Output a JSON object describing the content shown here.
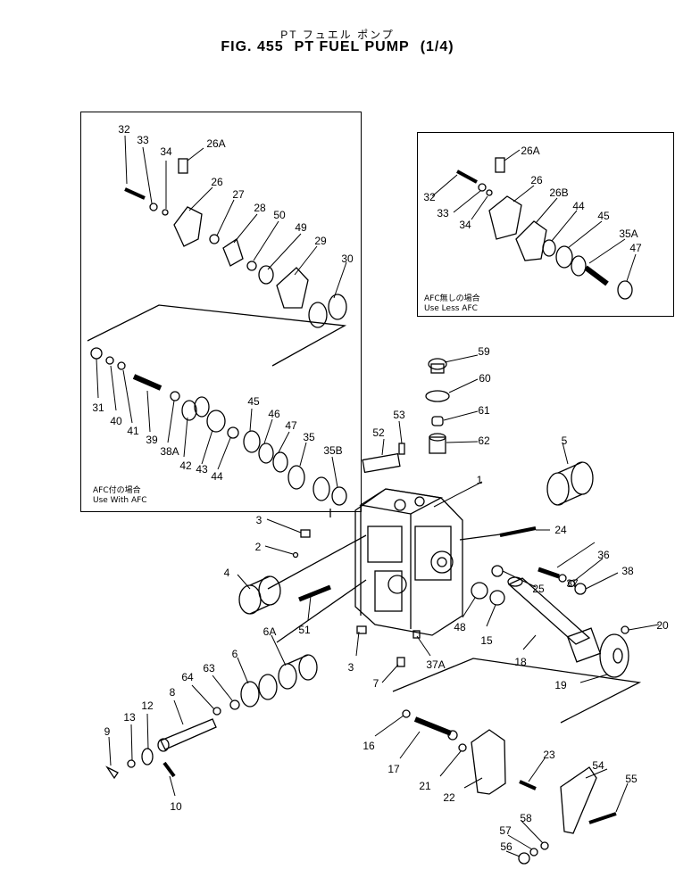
{
  "header": {
    "subtitle": "PT フュエル ポンプ",
    "fig_no": "FIG. 455",
    "title": "PT FUEL PUMP",
    "page": "(1/4)"
  },
  "notes": {
    "with_afc_jp": "AFC付の場合",
    "with_afc_en": "Use With AFC",
    "less_afc_jp": "AFC無しの場合",
    "less_afc_en": "Use Less AFC"
  },
  "callouts": [
    "1",
    "2",
    "3",
    "3",
    "4",
    "5",
    "6",
    "6A",
    "7",
    "8",
    "9",
    "10",
    "12",
    "13",
    "15",
    "16",
    "17",
    "18",
    "19",
    "20",
    "21",
    "22",
    "23",
    "24",
    "25",
    "26",
    "26",
    "26A",
    "26A",
    "26B",
    "27",
    "28",
    "29",
    "30",
    "31",
    "32",
    "32",
    "33",
    "33",
    "34",
    "34",
    "35",
    "35A",
    "35B",
    "36",
    "37",
    "37A",
    "38",
    "38A",
    "39",
    "40",
    "41",
    "42",
    "43",
    "44",
    "44",
    "45",
    "45",
    "46",
    "47",
    "47",
    "48",
    "49",
    "50",
    "51",
    "52",
    "53",
    "54",
    "55",
    "56",
    "57",
    "58",
    "59",
    "60",
    "61",
    "62",
    "63",
    "64"
  ]
}
